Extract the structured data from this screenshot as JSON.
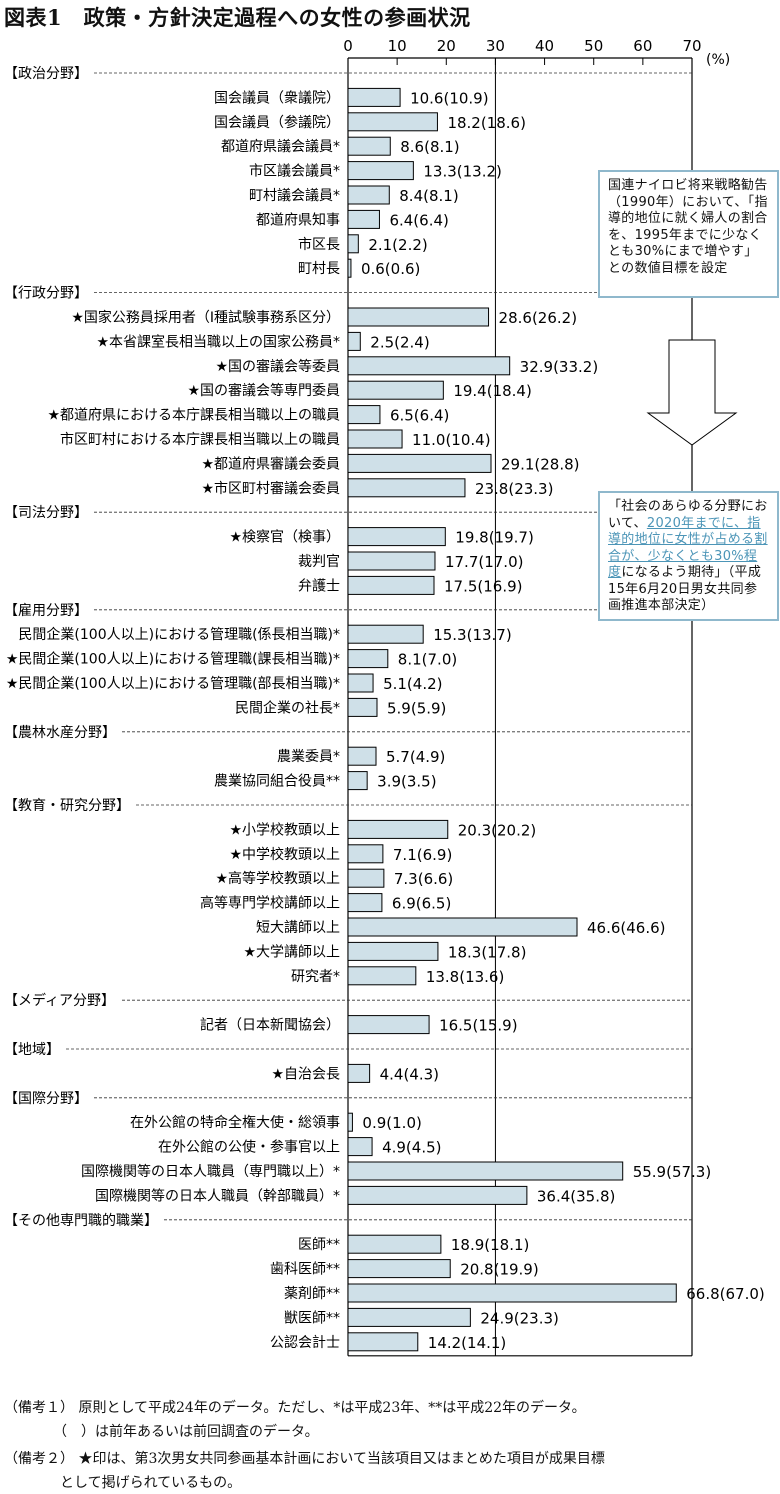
{
  "title": "図表1　政策・方針決定過程への女性の参画状況",
  "chart_data": {
    "type": "bar",
    "orientation": "horizontal",
    "unit": "(%)",
    "xlim": [
      0,
      70
    ],
    "ticks": [
      "0",
      "10",
      "20",
      "30",
      "40",
      "50",
      "60",
      "70"
    ],
    "reference_line": 30,
    "colors": {
      "bar": "#cfe0e8",
      "callout_border": "#8fb8cc",
      "highlight": "#4c95b7"
    },
    "sections": [
      {
        "name": "【政治分野】",
        "items": [
          {
            "label": "国会議員（衆議院）",
            "value": 10.6,
            "prev": 10.9
          },
          {
            "label": "国会議員（参議院）",
            "value": 18.2,
            "prev": 18.6
          },
          {
            "label": "都道府県議会議員*",
            "value": 8.6,
            "prev": 8.1
          },
          {
            "label": "市区議会議員*",
            "value": 13.3,
            "prev": 13.2
          },
          {
            "label": "町村議会議員*",
            "value": 8.4,
            "prev": 8.1
          },
          {
            "label": "都道府県知事",
            "value": 6.4,
            "prev": 6.4
          },
          {
            "label": "市区長",
            "value": 2.1,
            "prev": 2.2
          },
          {
            "label": "町村長",
            "value": 0.6,
            "prev": 0.6
          }
        ]
      },
      {
        "name": "【行政分野】",
        "items": [
          {
            "label": "★国家公務員採用者（Ⅰ種試験事務系区分）",
            "value": 28.6,
            "prev": 26.2
          },
          {
            "label": "★本省課室長相当職以上の国家公務員*",
            "value": 2.5,
            "prev": 2.4
          },
          {
            "label": "★国の審議会等委員",
            "value": 32.9,
            "prev": 33.2
          },
          {
            "label": "★国の審議会等専門委員",
            "value": 19.4,
            "prev": 18.4
          },
          {
            "label": "★都道府県における本庁課長相当職以上の職員",
            "value": 6.5,
            "prev": 6.4
          },
          {
            "label": "市区町村における本庁課長相当職以上の職員",
            "value": 11.0,
            "prev": 10.4
          },
          {
            "label": "★都道府県審議会委員",
            "value": 29.1,
            "prev": 28.8
          },
          {
            "label": "★市区町村審議会委員",
            "value": 23.8,
            "prev": 23.3
          }
        ]
      },
      {
        "name": "【司法分野】",
        "items": [
          {
            "label": "★検察官（検事）",
            "value": 19.8,
            "prev": 19.7
          },
          {
            "label": "裁判官",
            "value": 17.7,
            "prev": 17.0
          },
          {
            "label": "弁護士",
            "value": 17.5,
            "prev": 16.9
          }
        ]
      },
      {
        "name": "【雇用分野】",
        "items": [
          {
            "label": "民間企業(100人以上)における管理職(係長相当職)*",
            "value": 15.3,
            "prev": 13.7
          },
          {
            "label": "★民間企業(100人以上)における管理職(課長相当職)*",
            "value": 8.1,
            "prev": 7.0
          },
          {
            "label": "★民間企業(100人以上)における管理職(部長相当職)*",
            "value": 5.1,
            "prev": 4.2
          },
          {
            "label": "民間企業の社長*",
            "value": 5.9,
            "prev": 5.9
          }
        ]
      },
      {
        "name": "【農林水産分野】",
        "items": [
          {
            "label": "農業委員*",
            "value": 5.7,
            "prev": 4.9
          },
          {
            "label": "農業協同組合役員**",
            "value": 3.9,
            "prev": 3.5
          }
        ]
      },
      {
        "name": "【教育・研究分野】",
        "items": [
          {
            "label": "★小学校教頭以上",
            "value": 20.3,
            "prev": 20.2
          },
          {
            "label": "★中学校教頭以上",
            "value": 7.1,
            "prev": 6.9
          },
          {
            "label": "★高等学校教頭以上",
            "value": 7.3,
            "prev": 6.6
          },
          {
            "label": "高等専門学校講師以上",
            "value": 6.9,
            "prev": 6.5
          },
          {
            "label": "短大講師以上",
            "value": 46.6,
            "prev": 46.6
          },
          {
            "label": "★大学講師以上",
            "value": 18.3,
            "prev": 17.8
          },
          {
            "label": "研究者*",
            "value": 13.8,
            "prev": 13.6
          }
        ]
      },
      {
        "name": "【メディア分野】",
        "items": [
          {
            "label": "記者（日本新聞協会）",
            "value": 16.5,
            "prev": 15.9
          }
        ]
      },
      {
        "name": "【地域】",
        "items": [
          {
            "label": "★自治会長",
            "value": 4.4,
            "prev": 4.3
          }
        ]
      },
      {
        "name": "【国際分野】",
        "items": [
          {
            "label": "在外公館の特命全権大使・総領事",
            "value": 0.9,
            "prev": 1.0
          },
          {
            "label": "在外公館の公使・参事官以上",
            "value": 4.9,
            "prev": 4.5
          },
          {
            "label": "国際機関等の日本人職員（専門職以上）*",
            "value": 55.9,
            "prev": 57.3
          },
          {
            "label": "国際機関等の日本人職員（幹部職員）*",
            "value": 36.4,
            "prev": 35.8
          }
        ]
      },
      {
        "name": "【その他専門職的職業】",
        "items": [
          {
            "label": "医師**",
            "value": 18.9,
            "prev": 18.1
          },
          {
            "label": "歯科医師**",
            "value": 20.8,
            "prev": 19.9
          },
          {
            "label": "薬剤師**",
            "value": 66.8,
            "prev": 67.0
          },
          {
            "label": "獣医師**",
            "value": 24.9,
            "prev": 23.3
          },
          {
            "label": "公認会計士",
            "value": 14.2,
            "prev": 14.1
          }
        ]
      }
    ]
  },
  "callout1": "国連ナイロビ将来戦略勧告（1990年）において、「指導的地位に就く婦人の割合を、1995年までに少なくとも30%にまで増やす」との数値目標を設定",
  "callout2": {
    "pre": "「社会のあらゆる分野において、",
    "highlight": "2020年までに、指導的地位に女性が占める割合が、少なくとも30%程度",
    "post": "になるよう期待」（平成15年6月20日男女共同参画推進本部決定）"
  },
  "notes": [
    "（備考１） 原則として平成24年のデータ。ただし、*は平成23年、**は平成22年のデータ。",
    "　　　　（　）は前年あるいは前回調査のデータ。",
    "（備考２） ★印は、第3次男女共同参画基本計画において当該項目又はまとめた項目が成果目標",
    "　　　　として掲げられているもの。"
  ]
}
